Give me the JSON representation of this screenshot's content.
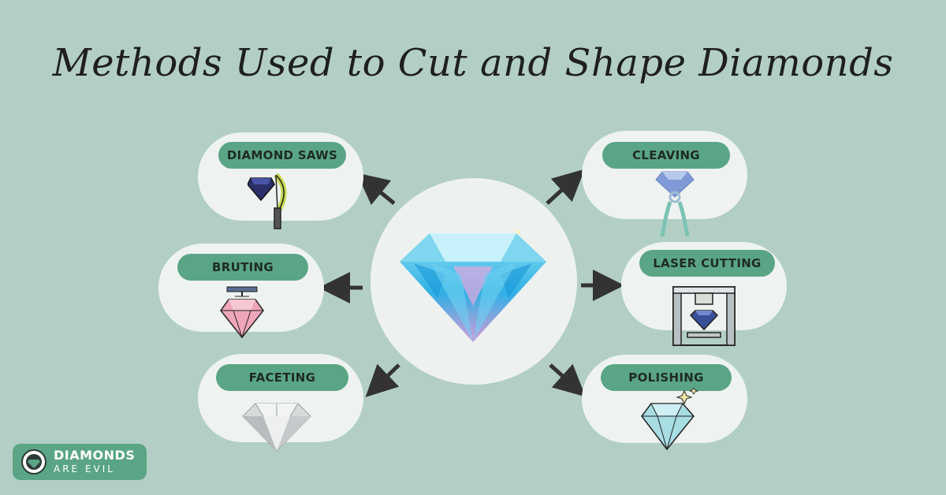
{
  "title": "Methods Used to Cut and Shape Diamonds",
  "methods": [
    {
      "label": "DIAMOND SAWS",
      "icon": "diamond-saw-icon"
    },
    {
      "label": "CLEAVING",
      "icon": "cleaving-icon"
    },
    {
      "label": "BRUTING",
      "icon": "bruting-icon"
    },
    {
      "label": "LASER CUTTING",
      "icon": "laser-cutting-icon"
    },
    {
      "label": "FACETING",
      "icon": "faceted-diamond-icon"
    },
    {
      "label": "POLISHING",
      "icon": "polished-diamond-icon"
    }
  ],
  "center_icon": "diamond-icon",
  "logo": {
    "line1": "DIAMONDS",
    "line2": "ARE EVIL",
    "icon": "diamond-shield-logo-icon"
  },
  "colors": {
    "background": "#b3cfc5",
    "card": "#eef3f1",
    "pill": "#5aa585",
    "arrow": "#333333"
  }
}
